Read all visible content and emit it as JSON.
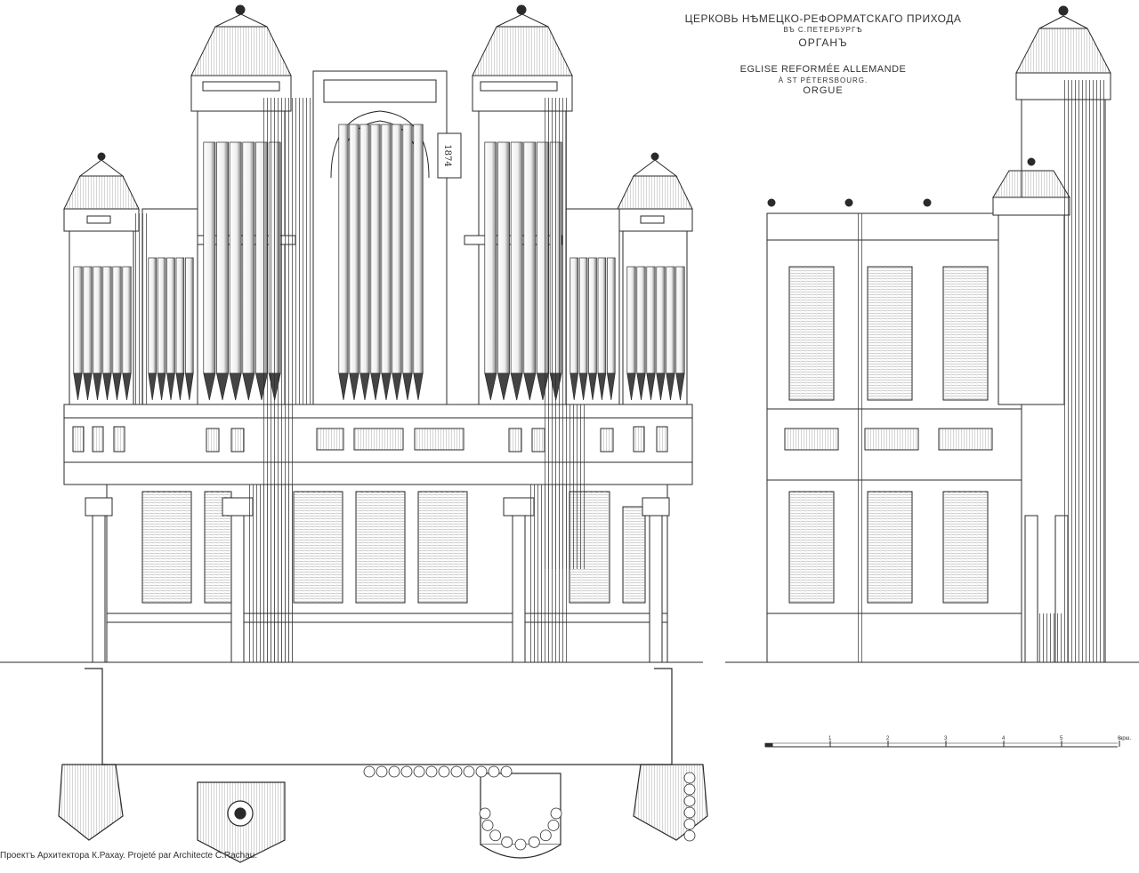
{
  "title": {
    "line1_ru": "ЦЕРКОВЬ НѢМЕЦКО-РЕФОРМАТСКАГО ПРИХОДА",
    "line2_ru": "ВЪ С.ПЕТЕРБУРГѢ",
    "line3_ru": "ОРГАНЪ",
    "line1_fr": "EGLISE REFORMÉE ALLEMANDE",
    "line2_fr": "À ST PÉTERSBOURG.",
    "line3_fr": "ORGUE"
  },
  "credit": "Проектъ Архитектора К.Рахау. Projeté par Architecte C.Rachau.",
  "date_cartouche": "1874",
  "scale": {
    "ticks": [
      "1",
      "2",
      "3",
      "4",
      "5",
      "6"
    ],
    "unit": "арш."
  },
  "colors": {
    "ink": "#2a2a2a",
    "paper": "#ffffff",
    "shadow": "#3a3a3a"
  }
}
